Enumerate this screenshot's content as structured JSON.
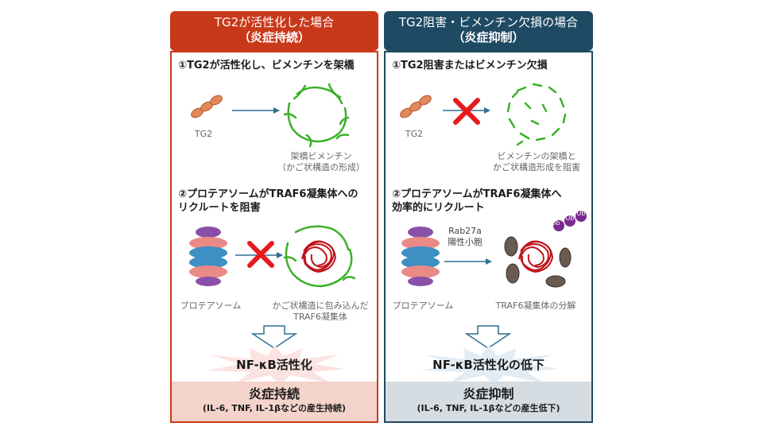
{
  "left": {
    "header_line1": "TG2が活性化した場合",
    "header_line2": "（炎症持続）",
    "step1_title": "①TG2が活性化し、ビメンチンを架橋",
    "tg2_label": "TG2",
    "step1_caption_line1": "架橋ビメンチン",
    "step1_caption_line2": "（かご状構造の形成）",
    "step2_title_line1": "②プロテアソームがTRAF6凝集体への",
    "step2_title_line2": "リクルートを阻害",
    "proteasome_label": "プロテアソーム",
    "step2_caption_line1": "かご状構造に包み込んだ",
    "step2_caption_line2": "TRAF6凝集体",
    "result": "NF-κB活性化",
    "footer_title": "炎症持続",
    "footer_detail": "(IL-6, TNF, IL-1βなどの産生持続)"
  },
  "right": {
    "header_line1": "TG2阻害・ビメンチン欠損の場合",
    "header_line2": "（炎症抑制）",
    "step1_title": "①TG2阻害またはビメンチン欠損",
    "tg2_label": "TG2",
    "step1_caption_line1": "ビメンチンの架橋と",
    "step1_caption_line2": "かご状構造形成を阻害",
    "step2_title_line1": "②プロテアソームがTRAF6凝集体へ",
    "step2_title_line2": "効率的にリクルート",
    "vesicle_line1": "Rab27a",
    "vesicle_line2": "陽性小胞",
    "proteasome_label": "プロテアソーム",
    "step2_caption": "TRAF6凝集体の分解",
    "ub_label": "Ub",
    "result": "NF-κB活性化の低下",
    "footer_title": "炎症抑制",
    "footer_detail": "(IL-6, TNF, IL-1βなどの産生低下)"
  },
  "colors": {
    "left_accent": "#c8391a",
    "right_accent": "#1f4a63",
    "vimentin_green": "#3cb02a",
    "traf6_red": "#c0141c",
    "tg2_orange": "#e0885a",
    "ub_purple": "#7a2a8e"
  },
  "icons": {
    "tg2": "tg2-protein-icon",
    "vimentin": "vimentin-cage-icon",
    "proteasome": "proteasome-icon",
    "traf6": "traf6-aggregate-icon",
    "ubiquitin": "ubiquitin-icon",
    "inhibition": "cross-icon"
  }
}
